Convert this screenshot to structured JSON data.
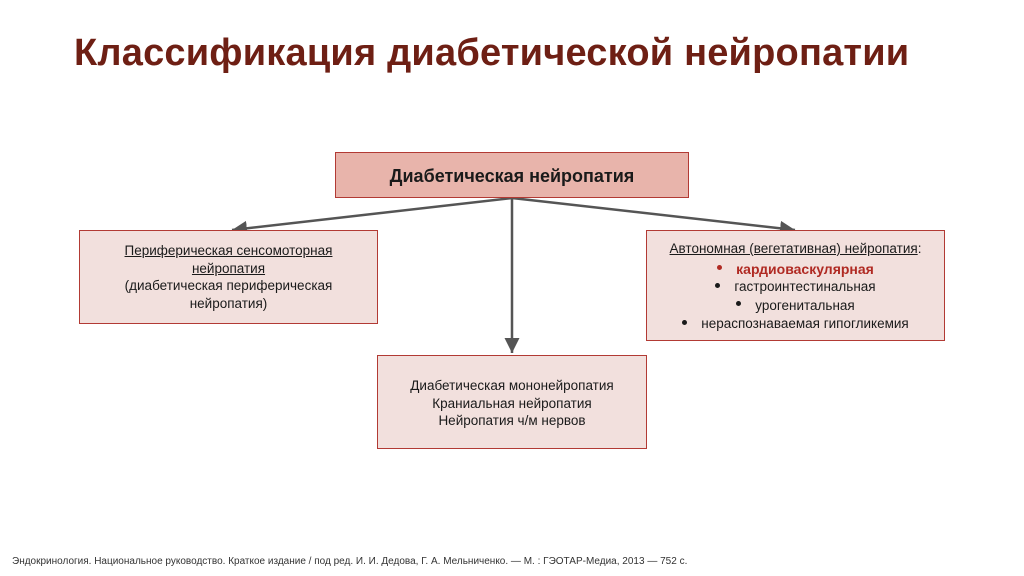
{
  "title": "Классификация диабетической нейропатии",
  "colors": {
    "title": "#6e1f14",
    "box_border": "#b23a34",
    "box_fill": "#f2e0dd",
    "root_fill": "#e8b4ab",
    "accent": "#b02a23",
    "connector": "#555555"
  },
  "root": {
    "label": "Диабетическая нейропатия"
  },
  "left_box": {
    "line1": "Периферическая сенсомоторная",
    "line2": "нейропатия",
    "line3": "(диабетическая периферическая",
    "line4": "нейропатия)"
  },
  "right_box": {
    "heading": "Автономная (вегетативная) нейропатия",
    "heading_suffix": ":",
    "items": [
      "кардиоваскулярная",
      "гастроинтестинальная",
      "урогенитальная",
      "нераспознаваемая гипогликемия"
    ]
  },
  "bottom_box": {
    "line1": "Диабетическая мононейропатия",
    "line2": "Краниальная нейропатия",
    "line3": "Нейропатия ч/м нервов"
  },
  "footer": "Эндокринология. Национальное руководство. Краткое издание / под ред. И. И. Дедова, Г. А. Мельниченко. — М. : ГЭОТАР-Медиа, 2013 — 752 с."
}
